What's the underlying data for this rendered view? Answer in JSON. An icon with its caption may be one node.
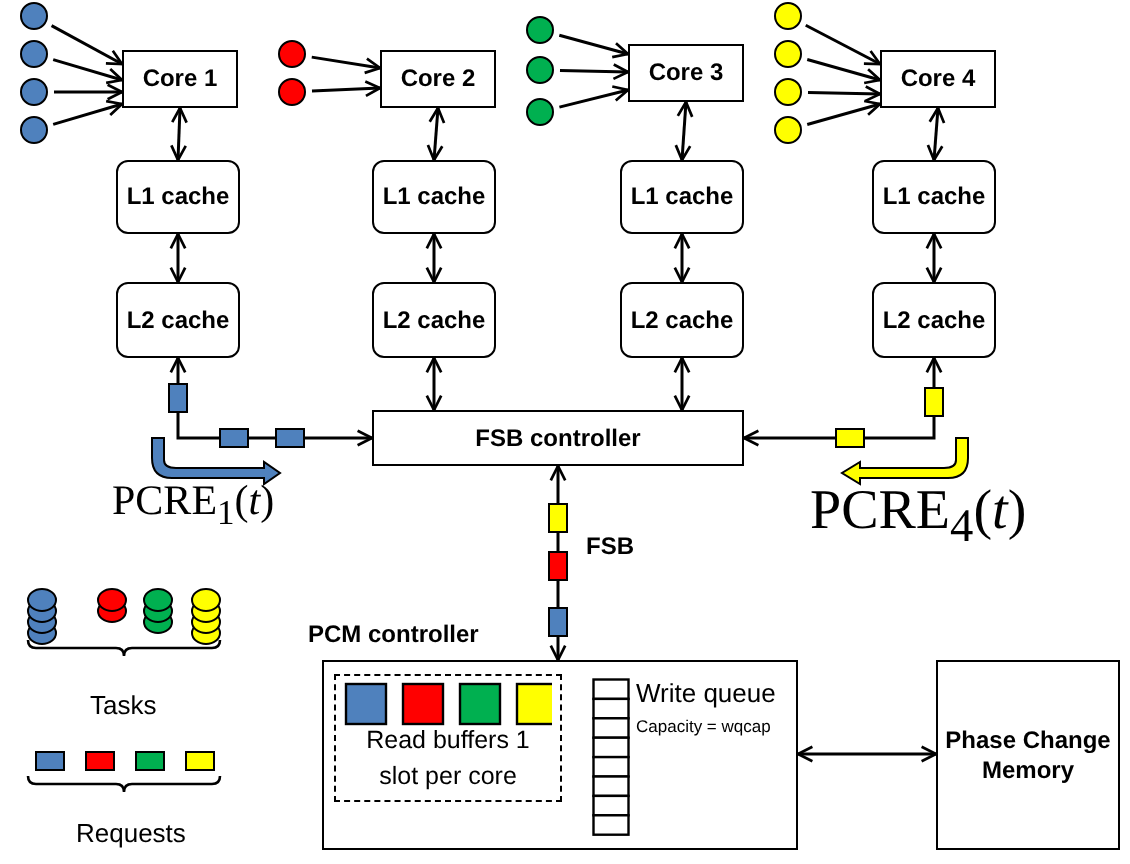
{
  "diagram": {
    "nodes": [
      {
        "text": [
          "Core 1"
        ]
      },
      {
        "text": [
          "Core 2"
        ]
      },
      {
        "text": [
          "Core 3"
        ]
      },
      {
        "text": [
          "Core 4"
        ]
      },
      {
        "text": [
          "L1 cache"
        ]
      },
      {
        "text": [
          "L1 cache"
        ]
      },
      {
        "text": [
          "L1 cache"
        ]
      },
      {
        "text": [
          "L1 cache"
        ]
      },
      {
        "text": [
          "L2 cache"
        ]
      },
      {
        "text": [
          "L2 cache"
        ]
      },
      {
        "text": [
          "L2 cache"
        ]
      },
      {
        "text": [
          "L2 cache"
        ]
      },
      {
        "text": [
          "FSB controller"
        ]
      },
      {
        "text": [
          "PCM controller"
        ]
      },
      {
        "text": [
          "Read buffers 1 slot per core"
        ],
        "in": 13
      },
      {
        "text": [
          "Write queue",
          "Capacity = wqcap"
        ],
        "in": 13
      },
      {
        "text": [
          "Phase Change Memory"
        ]
      },
      {
        "text": [],
        "shape": "circle"
      },
      {
        "text": [],
        "shape": "circle"
      },
      {
        "text": [],
        "shape": "circle"
      },
      {
        "text": [],
        "shape": "circle"
      },
      {
        "text": [],
        "shape": "circle"
      },
      {
        "text": [],
        "shape": "circle"
      },
      {
        "text": [],
        "shape": "circle"
      },
      {
        "text": [],
        "shape": "circle"
      },
      {
        "text": [],
        "shape": "circle"
      },
      {
        "text": [],
        "shape": "circle"
      },
      {
        "text": [],
        "shape": "circle"
      },
      {
        "text": [],
        "shape": "circle"
      },
      {
        "text": [],
        "shape": "circle"
      }
    ],
    "edges": [
      {
        "from": 17,
        "to": 0,
        "arrow": "to"
      },
      {
        "from": 18,
        "to": 0,
        "arrow": "to"
      },
      {
        "from": 19,
        "to": 0,
        "arrow": "to"
      },
      {
        "from": 20,
        "to": 0,
        "arrow": "to"
      },
      {
        "from": 21,
        "to": 1,
        "arrow": "to"
      },
      {
        "from": 22,
        "to": 1,
        "arrow": "to"
      },
      {
        "from": 23,
        "to": 2,
        "arrow": "to"
      },
      {
        "from": 24,
        "to": 2,
        "arrow": "to"
      },
      {
        "from": 25,
        "to": 2,
        "arrow": "to"
      },
      {
        "from": 26,
        "to": 3,
        "arrow": "to"
      },
      {
        "from": 27,
        "to": 3,
        "arrow": "to"
      },
      {
        "from": 28,
        "to": 3,
        "arrow": "to"
      },
      {
        "from": 29,
        "to": 3,
        "arrow": "to"
      },
      {
        "from": 0,
        "to": 4,
        "arrow": "both"
      },
      {
        "from": 1,
        "to": 5,
        "arrow": "both"
      },
      {
        "from": 2,
        "to": 6,
        "arrow": "both"
      },
      {
        "from": 3,
        "to": 7,
        "arrow": "both"
      },
      {
        "from": 4,
        "to": 8,
        "arrow": "both"
      },
      {
        "from": 5,
        "to": 9,
        "arrow": "both"
      },
      {
        "from": 6,
        "to": 10,
        "arrow": "both"
      },
      {
        "from": 7,
        "to": 11,
        "arrow": "both"
      },
      {
        "from": 8,
        "to": 12,
        "arrow": "both"
      },
      {
        "from": 9,
        "to": 12,
        "arrow": "both"
      },
      {
        "from": 10,
        "to": 12,
        "arrow": "both"
      },
      {
        "from": 11,
        "to": 12,
        "arrow": "both"
      },
      {
        "from": 12,
        "to": 13,
        "arrow": "both",
        "label": "FSB"
      },
      {
        "from": 13,
        "to": 16,
        "arrow": "both"
      }
    ],
    "labels": [
      "PCRE$_{1}$(*t*)",
      "PCRE$_{4}$(*t*)"
    ],
    "legend": [
      {
        "text": "Tasks"
      },
      {
        "text": "Requests"
      }
    ]
  }
}
